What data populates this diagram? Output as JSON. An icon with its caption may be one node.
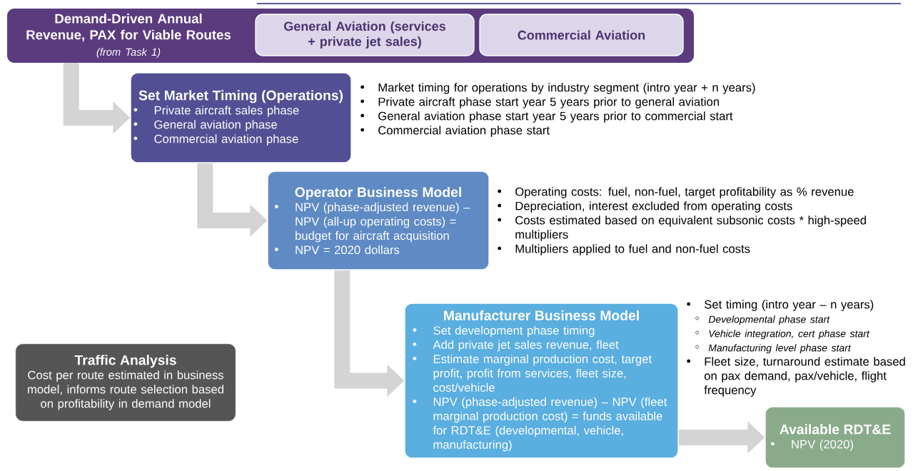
{
  "diagram": {
    "nodes": [
      {
        "text": [
          "Demand-Driven Annual Revenue, PAX for Viable Routes",
          "(from Task 1)"
        ]
      },
      {
        "text": [
          "General Aviation (services + private jet sales)"
        ],
        "in": 0
      },
      {
        "text": [
          "Commercial Aviation"
        ],
        "in": 0
      },
      {
        "text": [
          "Set Market Timing (Operations)",
          "Private aircraft sales phase",
          "General aviation phase",
          "Commercial aviation phase"
        ],
        "beside": [
          "Market timing for operations by industry segment (intro year + n years)",
          "Private aircraft phase start year 5 years prior to general aviation",
          "General aviation phase start year 5 years prior to commercial start",
          "Commercial aviation phase start"
        ]
      },
      {
        "text": [
          "Operator Business Model",
          "NPV (phase-adjusted revenue) – NPV (all-up operating costs) = budget for aircraft acquisition",
          "NPV = 2020 dollars"
        ],
        "beside": [
          "Operating costs: fuel, non-fuel, target profitability as % revenue",
          "Depreciation, interest excluded from operating costs",
          "Costs estimated based on equivalent subsonic costs * high-speed multipliers",
          "Multipliers applied to fuel and non-fuel costs"
        ]
      },
      {
        "text": [
          "Manufacturer Business Model",
          "Set development phase timing",
          "Add private jet sales revenue, fleet",
          "Estimate marginal production cost, target profit, profit from services, fleet size, cost/vehicle",
          "NPV (phase-adjusted revenue) – NPV (fleet marginal production cost) = funds available for RDT&E (developmental, vehicle, manufacturing)"
        ],
        "beside": [
          "Set timing (intro year – n years)",
          "Developmental phase start",
          "Vehicle integration, cert phase start",
          "Manufacturing level phase start",
          "Fleet size, turnaround estimate based on pax demand, pax/vehicle, flight frequency"
        ]
      },
      {
        "text": [
          "Traffic Analysis",
          "Cost per route estimated in business model, informs route selection based on profitability in demand model"
        ]
      },
      {
        "text": [
          "Available RDT&E",
          "NPV (2020)"
        ]
      }
    ],
    "edges": [
      {
        "from": 0,
        "to": 3,
        "arrow": "to"
      },
      {
        "from": 3,
        "to": 4,
        "arrow": "to"
      },
      {
        "from": 4,
        "to": 5,
        "arrow": "to"
      },
      {
        "from": 5,
        "to": 7,
        "arrow": "to"
      }
    ]
  }
}
